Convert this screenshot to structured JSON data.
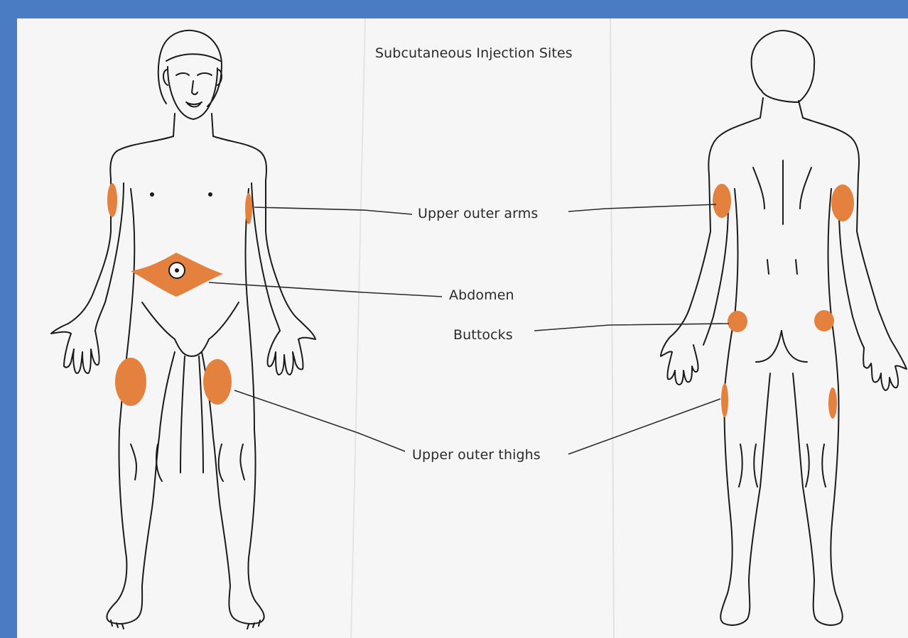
{
  "title": "Subcutaneous Injection Sites",
  "labels": {
    "arms": "Upper outer arms",
    "abdomen": "Abdomen",
    "buttocks": "Buttocks",
    "thighs": "Upper outer thighs"
  },
  "colors": {
    "frame": "#4a7cc3",
    "paper": "#f6f6f7",
    "injection_site": "#e5813f",
    "outline": "#1a1a1a"
  }
}
